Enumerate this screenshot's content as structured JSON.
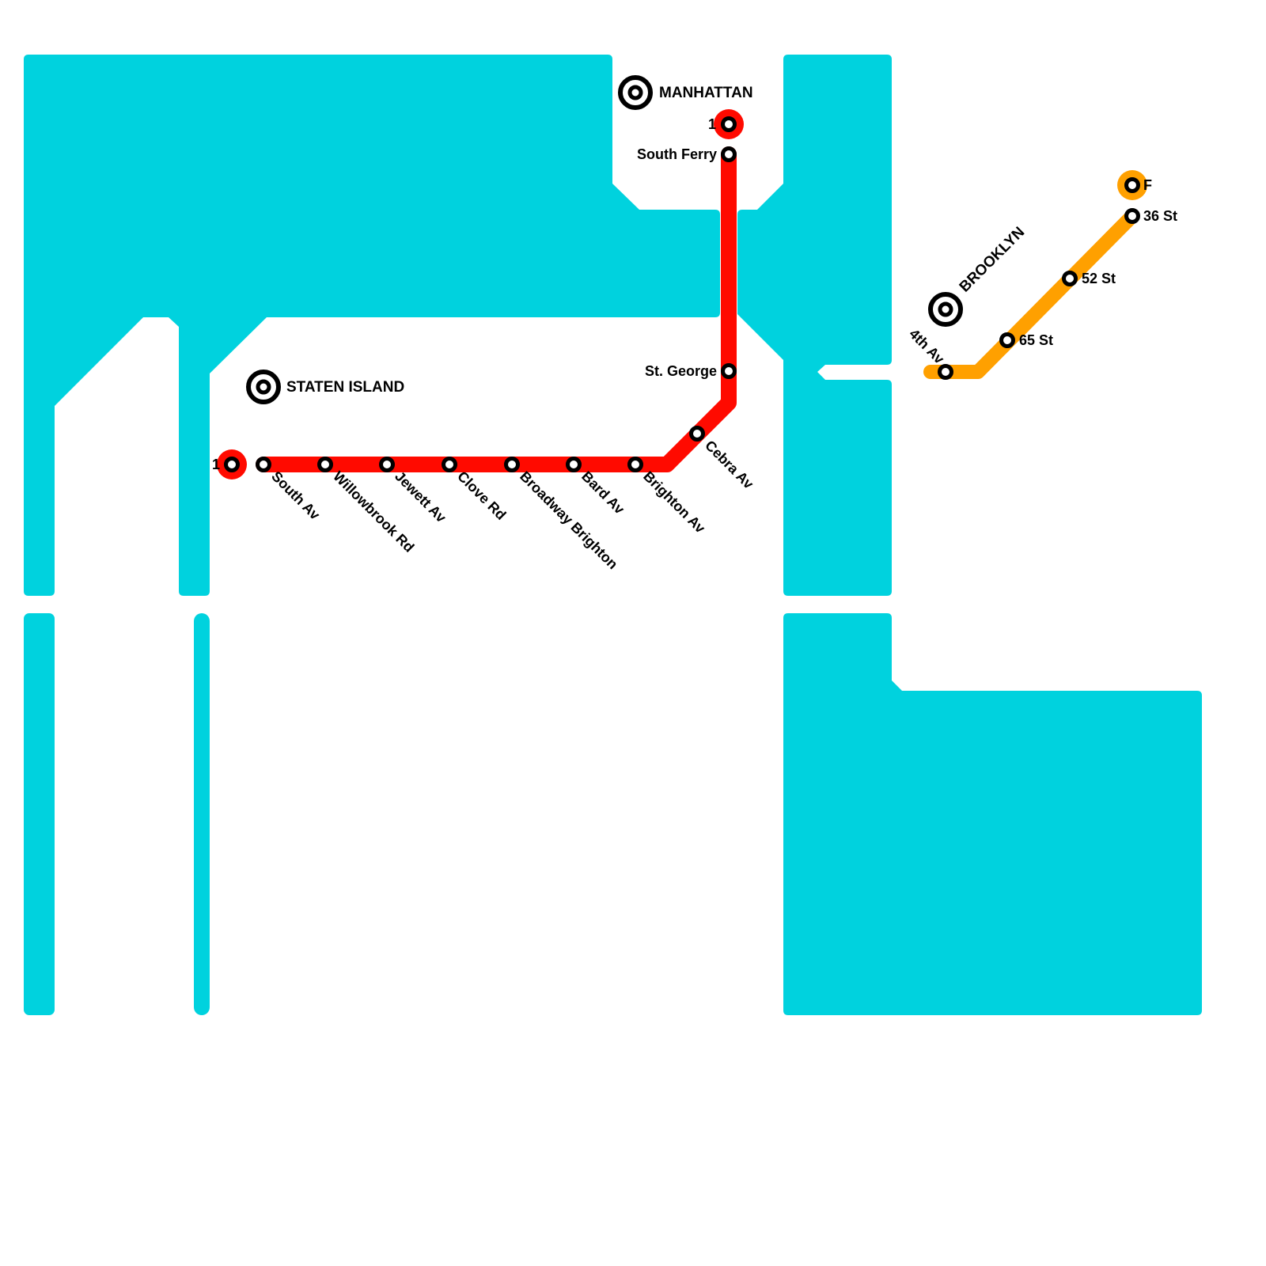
{
  "map": {
    "colors": {
      "water": "#00d2de",
      "line_1": "#ff0a00",
      "line_F": "#ffa000",
      "station": "#000000",
      "background": "#ffffff"
    },
    "areas": [
      {
        "name": "MANHATTAN"
      },
      {
        "name": "STATEN ISLAND"
      },
      {
        "name": "BROOKLYN"
      }
    ],
    "lines": [
      {
        "id": "1",
        "label": "1",
        "color": "#ff0a00",
        "stations": [
          "South Ferry",
          "St. George",
          "Cebra Av",
          "Brighton Av",
          "Bard Av",
          "Broadway Brighton",
          "Clove Rd",
          "Jewett Av",
          "Willowbrook Rd",
          "South Av"
        ]
      },
      {
        "id": "F",
        "label": "F",
        "color": "#ffa000",
        "stations": [
          "36 St",
          "52 St",
          "65 St",
          "4th Av"
        ]
      }
    ],
    "terminal_labels": {
      "line1_manhattan": "1",
      "line1_staten": "1",
      "lineF": "F"
    },
    "stations": {
      "south_ferry": "South Ferry",
      "st_george": "St. George",
      "cebra_av": "Cebra Av",
      "brighton_av": "Brighton Av",
      "bard_av": "Bard Av",
      "broadway_brighton": "Broadway Brighton",
      "clove_rd": "Clove Rd",
      "jewett_av": "Jewett Av",
      "willowbrook_rd": "Willowbrook Rd",
      "south_av": "South Av",
      "st36": "36 St",
      "st52": "52 St",
      "st65": "65 St",
      "fourth_av": "4th Av"
    }
  }
}
